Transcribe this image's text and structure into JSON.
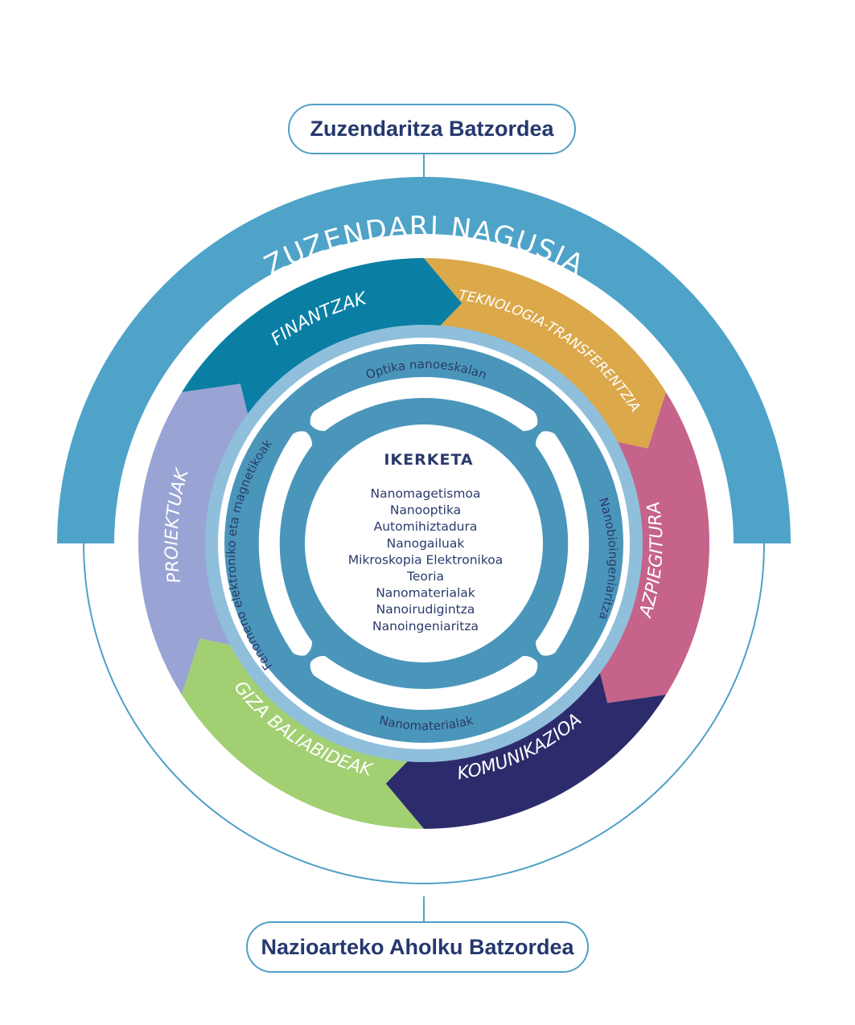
{
  "top_box": "Zuzendaritza Batzordea",
  "bottom_box": "Nazioarteko Aholku Batzordea",
  "arc_title": "ZUZENDARI NAGUSIA",
  "segments": [
    {
      "label": "FINANTZAK",
      "color": "#0a7fa3"
    },
    {
      "label": "TEKNOLOGIA-TRANSFERENTZIA",
      "color": "#dba84a"
    },
    {
      "label": "AZPIEGITURA",
      "color": "#c6638a"
    },
    {
      "label": "KOMUNIKAZIOA",
      "color": "#2c2c6c"
    },
    {
      "label": "GIZA BALIABIDEAK",
      "color": "#a2cf72"
    },
    {
      "label": "PROIEKTUAK",
      "color": "#99a4d4"
    }
  ],
  "research_areas": {
    "top": "Optika nanoeskalan",
    "right": "Nanobioingeniaritza",
    "bottom": "Nanomaterialak",
    "left": "Fenomeno elektroniko eta magnetikoak"
  },
  "center": {
    "title": "IKERKETA",
    "items": [
      "Nanomagetismoa",
      "Nanooptika",
      "Automihiztadura",
      "Nanogailuak",
      "Mikroskopia Elektronikoa",
      "Teoria",
      "Nanomaterialak",
      "Nanoirudigintza",
      "Nanoingeniaritza"
    ]
  },
  "colors": {
    "arc": "#4fa3c8",
    "outer_ring": "#8fbfdb",
    "inner_ring": "#4a96ba",
    "pill_border": "#4fa0c6",
    "text": "#2a3a6a"
  }
}
